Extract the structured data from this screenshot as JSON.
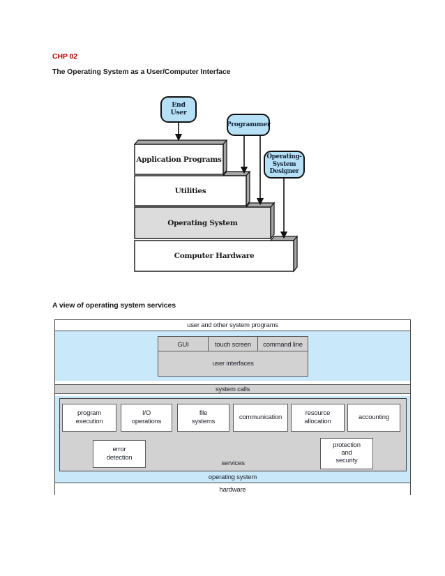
{
  "page": {
    "heading1": "CHP 02",
    "heading2": "The Operating System as a User/Computer Interface",
    "heading3": "A view of operating system services"
  },
  "colors": {
    "heading_red": "#c00000",
    "bubble_blue": "#b5e0f5",
    "band_blue": "#c9e8fa",
    "gray_fill": "#d2d2d2",
    "os_step_gray": "#dcdcdc",
    "step_3d_gray": "#a6a6a6",
    "border_dark": "#4a4a4a"
  },
  "diagram1": {
    "bubbles": [
      {
        "label": "End\nUser"
      },
      {
        "label": "Programmer"
      },
      {
        "label": "Operating-\nSystem\nDesigner"
      }
    ],
    "steps": [
      {
        "label": "Application Programs"
      },
      {
        "label": "Utilities"
      },
      {
        "label": "Operating System"
      },
      {
        "label": "Computer Hardware"
      }
    ]
  },
  "diagram2": {
    "top_row": "user and other system programs",
    "ui_cells": [
      "GUI",
      "touch screen",
      "command line"
    ],
    "ui_group_label": "user interfaces",
    "system_calls_label": "system calls",
    "service_boxes": [
      {
        "label": "program\nexecution"
      },
      {
        "label": "I/O\noperations"
      },
      {
        "label": "file\nsystems"
      },
      {
        "label": "communication"
      },
      {
        "label": "resource\nallocation"
      },
      {
        "label": "accounting"
      },
      {
        "label": "error\ndetection"
      },
      {
        "label": "protection\nand\nsecurity"
      }
    ],
    "services_label": "services",
    "os_label": "operating system",
    "hardware_label": "hardware"
  }
}
